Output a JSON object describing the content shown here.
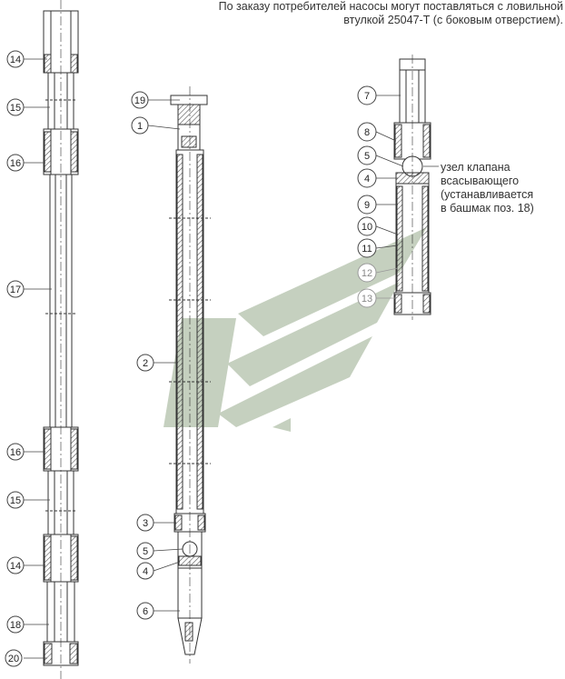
{
  "note": "По заказу потребителей насосы могут  поставляться  с ловильной втулкой 25047-Т (с боковым отверстием).",
  "callout": [
    "узел клапана",
    "всасывающего",
    "(устанавливается",
    "в башмак поз. 18)"
  ],
  "balloons_left": [
    "14",
    "15",
    "16",
    "17",
    "16",
    "15",
    "14",
    "18",
    "20"
  ],
  "balloons_middle": [
    "19",
    "1",
    "2",
    "3",
    "5",
    "4",
    "6"
  ],
  "balloons_right": [
    "7",
    "8",
    "5",
    "4",
    "9",
    "10",
    "11",
    "12",
    "13"
  ],
  "colors": {
    "line": "#333333",
    "hatch": "#555555",
    "watermark": "#bcc8b4",
    "balloon_grey": "#999999"
  }
}
